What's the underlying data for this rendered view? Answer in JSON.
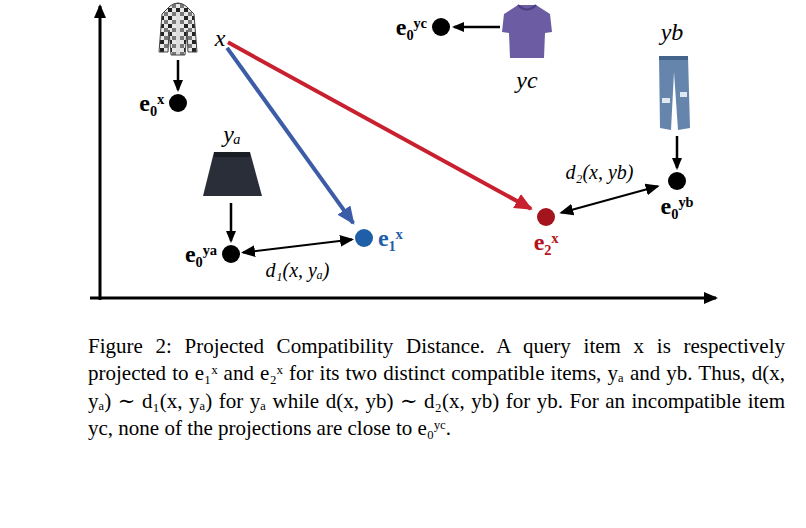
{
  "diagram": {
    "caption": "Figure 2: Projected Compatibility Distance. A query item x is respectively projected to e₁ˣ and e₂ˣ for its two distinct compatible items, yₐ and yb. Thus, d(x, yₐ) ∼ d₁(x, yₐ) for yₐ while d(x, yb) ∼ d₂(x, yb) for yb. For an incompatible item yc, none of the projections are close to e₀ʸᶜ.",
    "nodes": [
      {
        "text": [
          "e₀ʸᶜ"
        ]
      },
      {
        "text": [
          "x"
        ]
      },
      {
        "text": [
          "e₀ˣ"
        ]
      },
      {
        "text": [
          "e₀ʸᵇ"
        ]
      },
      {
        "text": [
          "e₂ˣ"
        ]
      },
      {
        "text": [
          "e₁ˣ"
        ]
      },
      {
        "text": [
          "e₀ʸᵃ"
        ]
      }
    ],
    "edges": [
      {
        "from": 1,
        "to": 5,
        "arrow": "to"
      },
      {
        "from": 1,
        "to": 4,
        "arrow": "to"
      },
      {
        "from": 6,
        "to": 5,
        "label": "d₁(x, yₐ)",
        "arrow": "both"
      },
      {
        "from": 4,
        "to": 3,
        "label": "d₂(x, yb)",
        "arrow": "both"
      }
    ],
    "labels": [
      "yₐ",
      "yb",
      "yc"
    ]
  }
}
